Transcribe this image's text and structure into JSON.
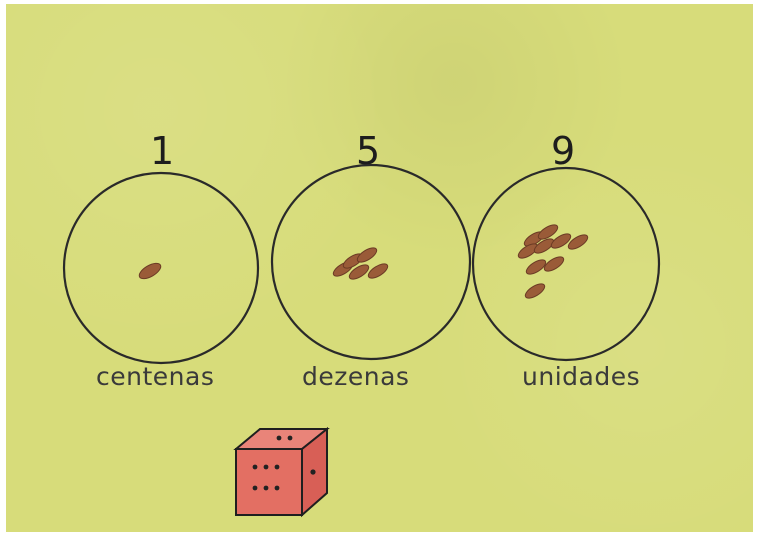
{
  "columns": [
    {
      "digit": "1",
      "label": "centenas"
    },
    {
      "digit": "5",
      "label": "dezenas"
    },
    {
      "digit": "9",
      "label": "unidades"
    }
  ],
  "colors": {
    "paper": "#d7dc7a",
    "ink": "#1d1d1d",
    "pebble": "#9a5b38",
    "die_front": "#e36f63",
    "die_top": "#e98479",
    "die_side": "#d85f56",
    "die_pips": "#222222"
  }
}
